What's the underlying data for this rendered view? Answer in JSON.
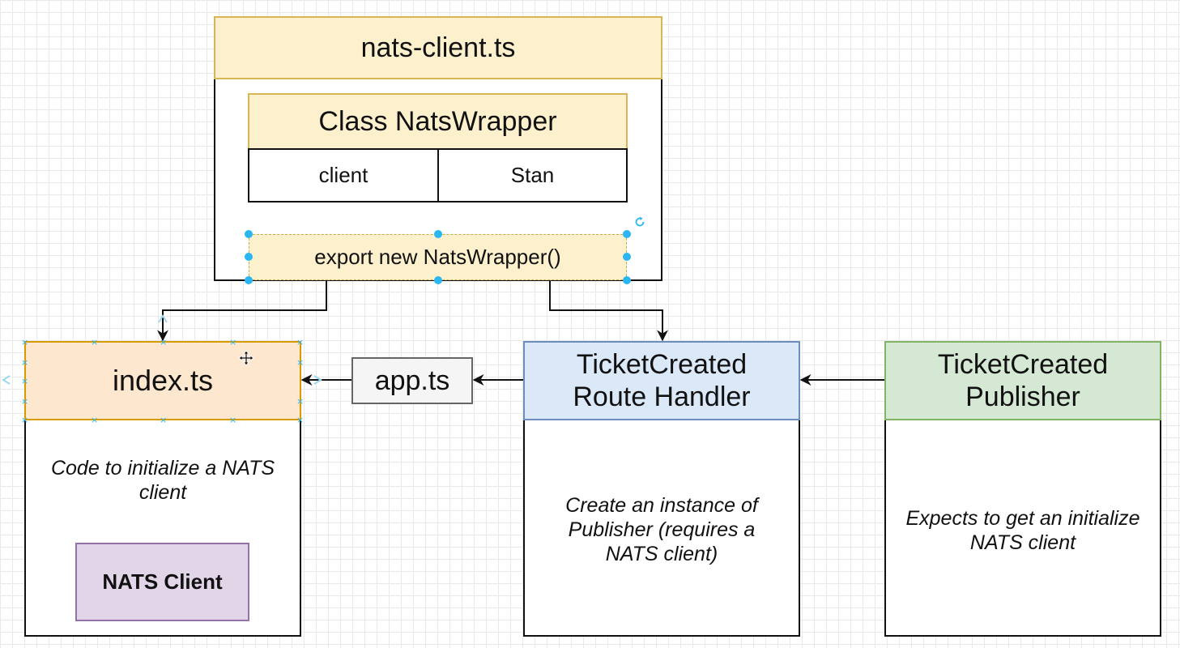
{
  "nats_client_file": {
    "title": "nats-client.ts",
    "class_title": "Class NatsWrapper",
    "fields": [
      "client",
      "Stan"
    ],
    "export_label": "export new NatsWrapper()"
  },
  "index_file": {
    "title": "index.ts",
    "description": "Code to initialize a NATS client",
    "inner_box": "NATS Client"
  },
  "app_file": {
    "title": "app.ts"
  },
  "route_handler": {
    "title": "TicketCreated Route Handler",
    "description": "Create an instance of Publisher (requires a NATS client)"
  },
  "publisher": {
    "title": "TicketCreated Publisher",
    "description": "Expects to get an initialize NATS client"
  },
  "colors": {
    "yellow_fill": "#fdf0cd",
    "orange_fill": "#fde7ce",
    "blue_fill": "#dbe8f8",
    "green_fill": "#d5e8d4",
    "purple_fill": "#e1d5e7",
    "selection": "#29b6f2"
  },
  "icons": [
    "move-cursor-icon",
    "rotate-icon"
  ]
}
